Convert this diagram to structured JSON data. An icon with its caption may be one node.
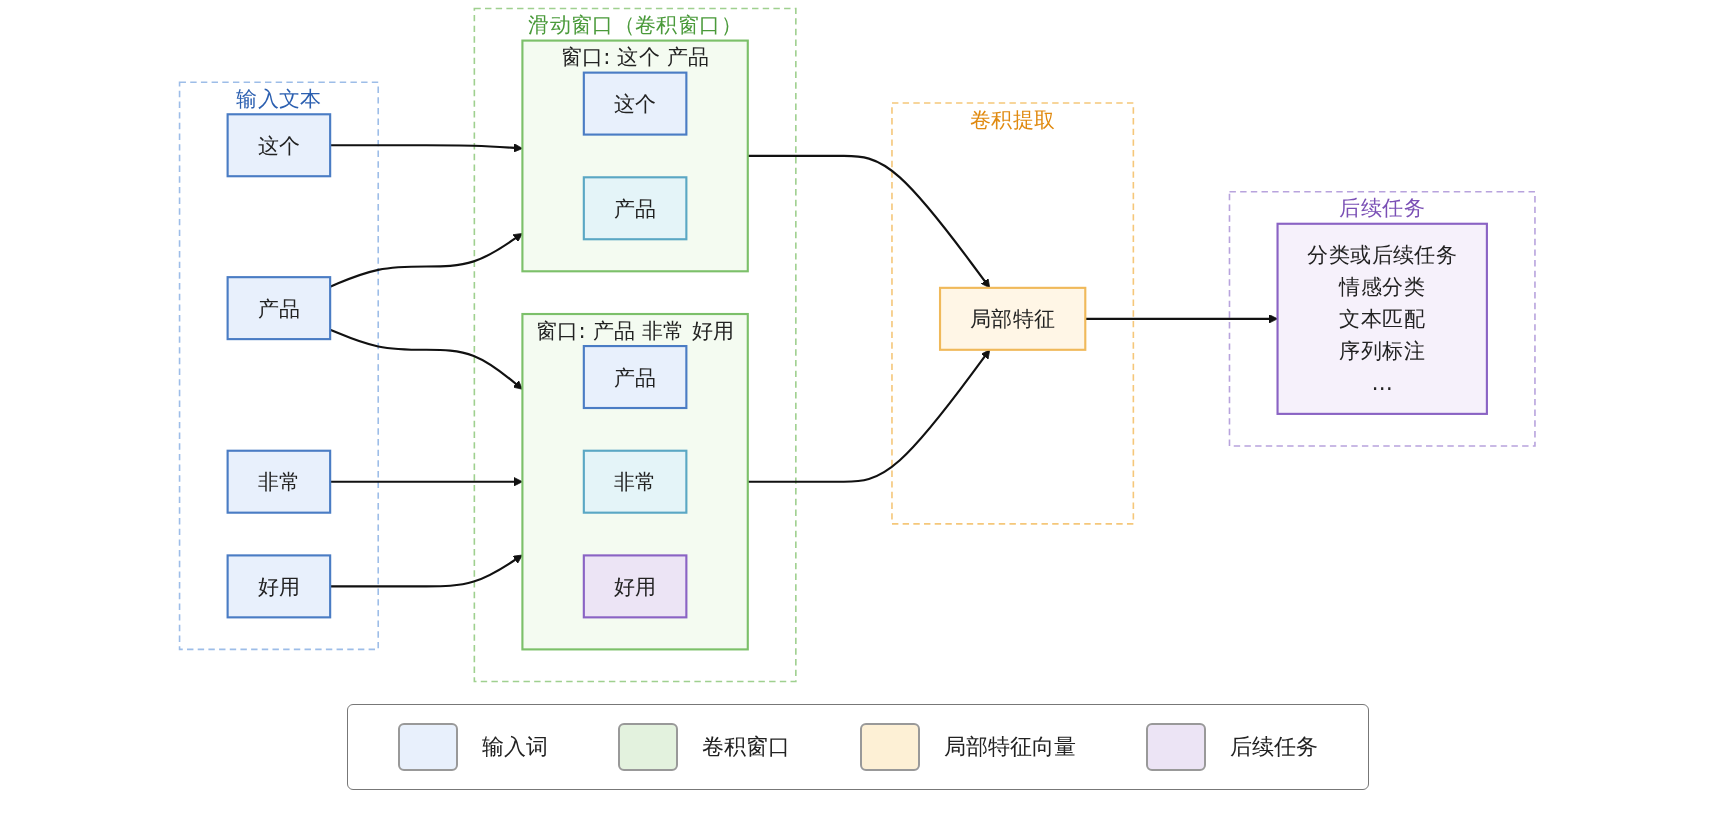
{
  "diagram": {
    "nodes": [
      {
        "text": [
          "输入文本"
        ]
      },
      {
        "text": [
          "这个"
        ],
        "in": 0
      },
      {
        "text": [
          "产品"
        ],
        "in": 0
      },
      {
        "text": [
          "非常"
        ],
        "in": 0
      },
      {
        "text": [
          "好用"
        ],
        "in": 0
      },
      {
        "text": [
          "滑动窗口（卷积窗口）"
        ]
      },
      {
        "text": [
          "窗口: 这个 产品"
        ],
        "in": 5
      },
      {
        "text": [
          "这个"
        ],
        "in": 6
      },
      {
        "text": [
          "产品"
        ],
        "in": 6
      },
      {
        "text": [
          "窗口: 产品 非常 好用"
        ],
        "in": 5
      },
      {
        "text": [
          "产品"
        ],
        "in": 9
      },
      {
        "text": [
          "非常"
        ],
        "in": 9
      },
      {
        "text": [
          "好用"
        ],
        "in": 9
      },
      {
        "text": [
          "卷积提取"
        ]
      },
      {
        "text": [
          "局部特征"
        ],
        "in": 13
      },
      {
        "text": [
          "后续任务"
        ]
      },
      {
        "text": [
          "分类或后续任务",
          "情感分类",
          "文本匹配",
          "序列标注",
          "…"
        ],
        "in": 15
      }
    ],
    "edges": [
      {
        "from": 1,
        "to": 6,
        "arrow": "to"
      },
      {
        "from": 2,
        "to": 6,
        "arrow": "to"
      },
      {
        "from": 2,
        "to": 9,
        "arrow": "to"
      },
      {
        "from": 3,
        "to": 9,
        "arrow": "to"
      },
      {
        "from": 4,
        "to": 9,
        "arrow": "to"
      },
      {
        "from": 6,
        "to": 14,
        "arrow": "to"
      },
      {
        "from": 9,
        "to": 14,
        "arrow": "to"
      },
      {
        "from": 14,
        "to": 16,
        "arrow": "to"
      }
    ],
    "legend": [
      {
        "text": "输入词",
        "color": "#e8f0fc"
      },
      {
        "text": "卷积窗口",
        "color": "#e3f2de"
      },
      {
        "text": "局部特征向量",
        "color": "#fdf0d5"
      },
      {
        "text": "后续任务",
        "color": "#ece4f5"
      }
    ]
  }
}
